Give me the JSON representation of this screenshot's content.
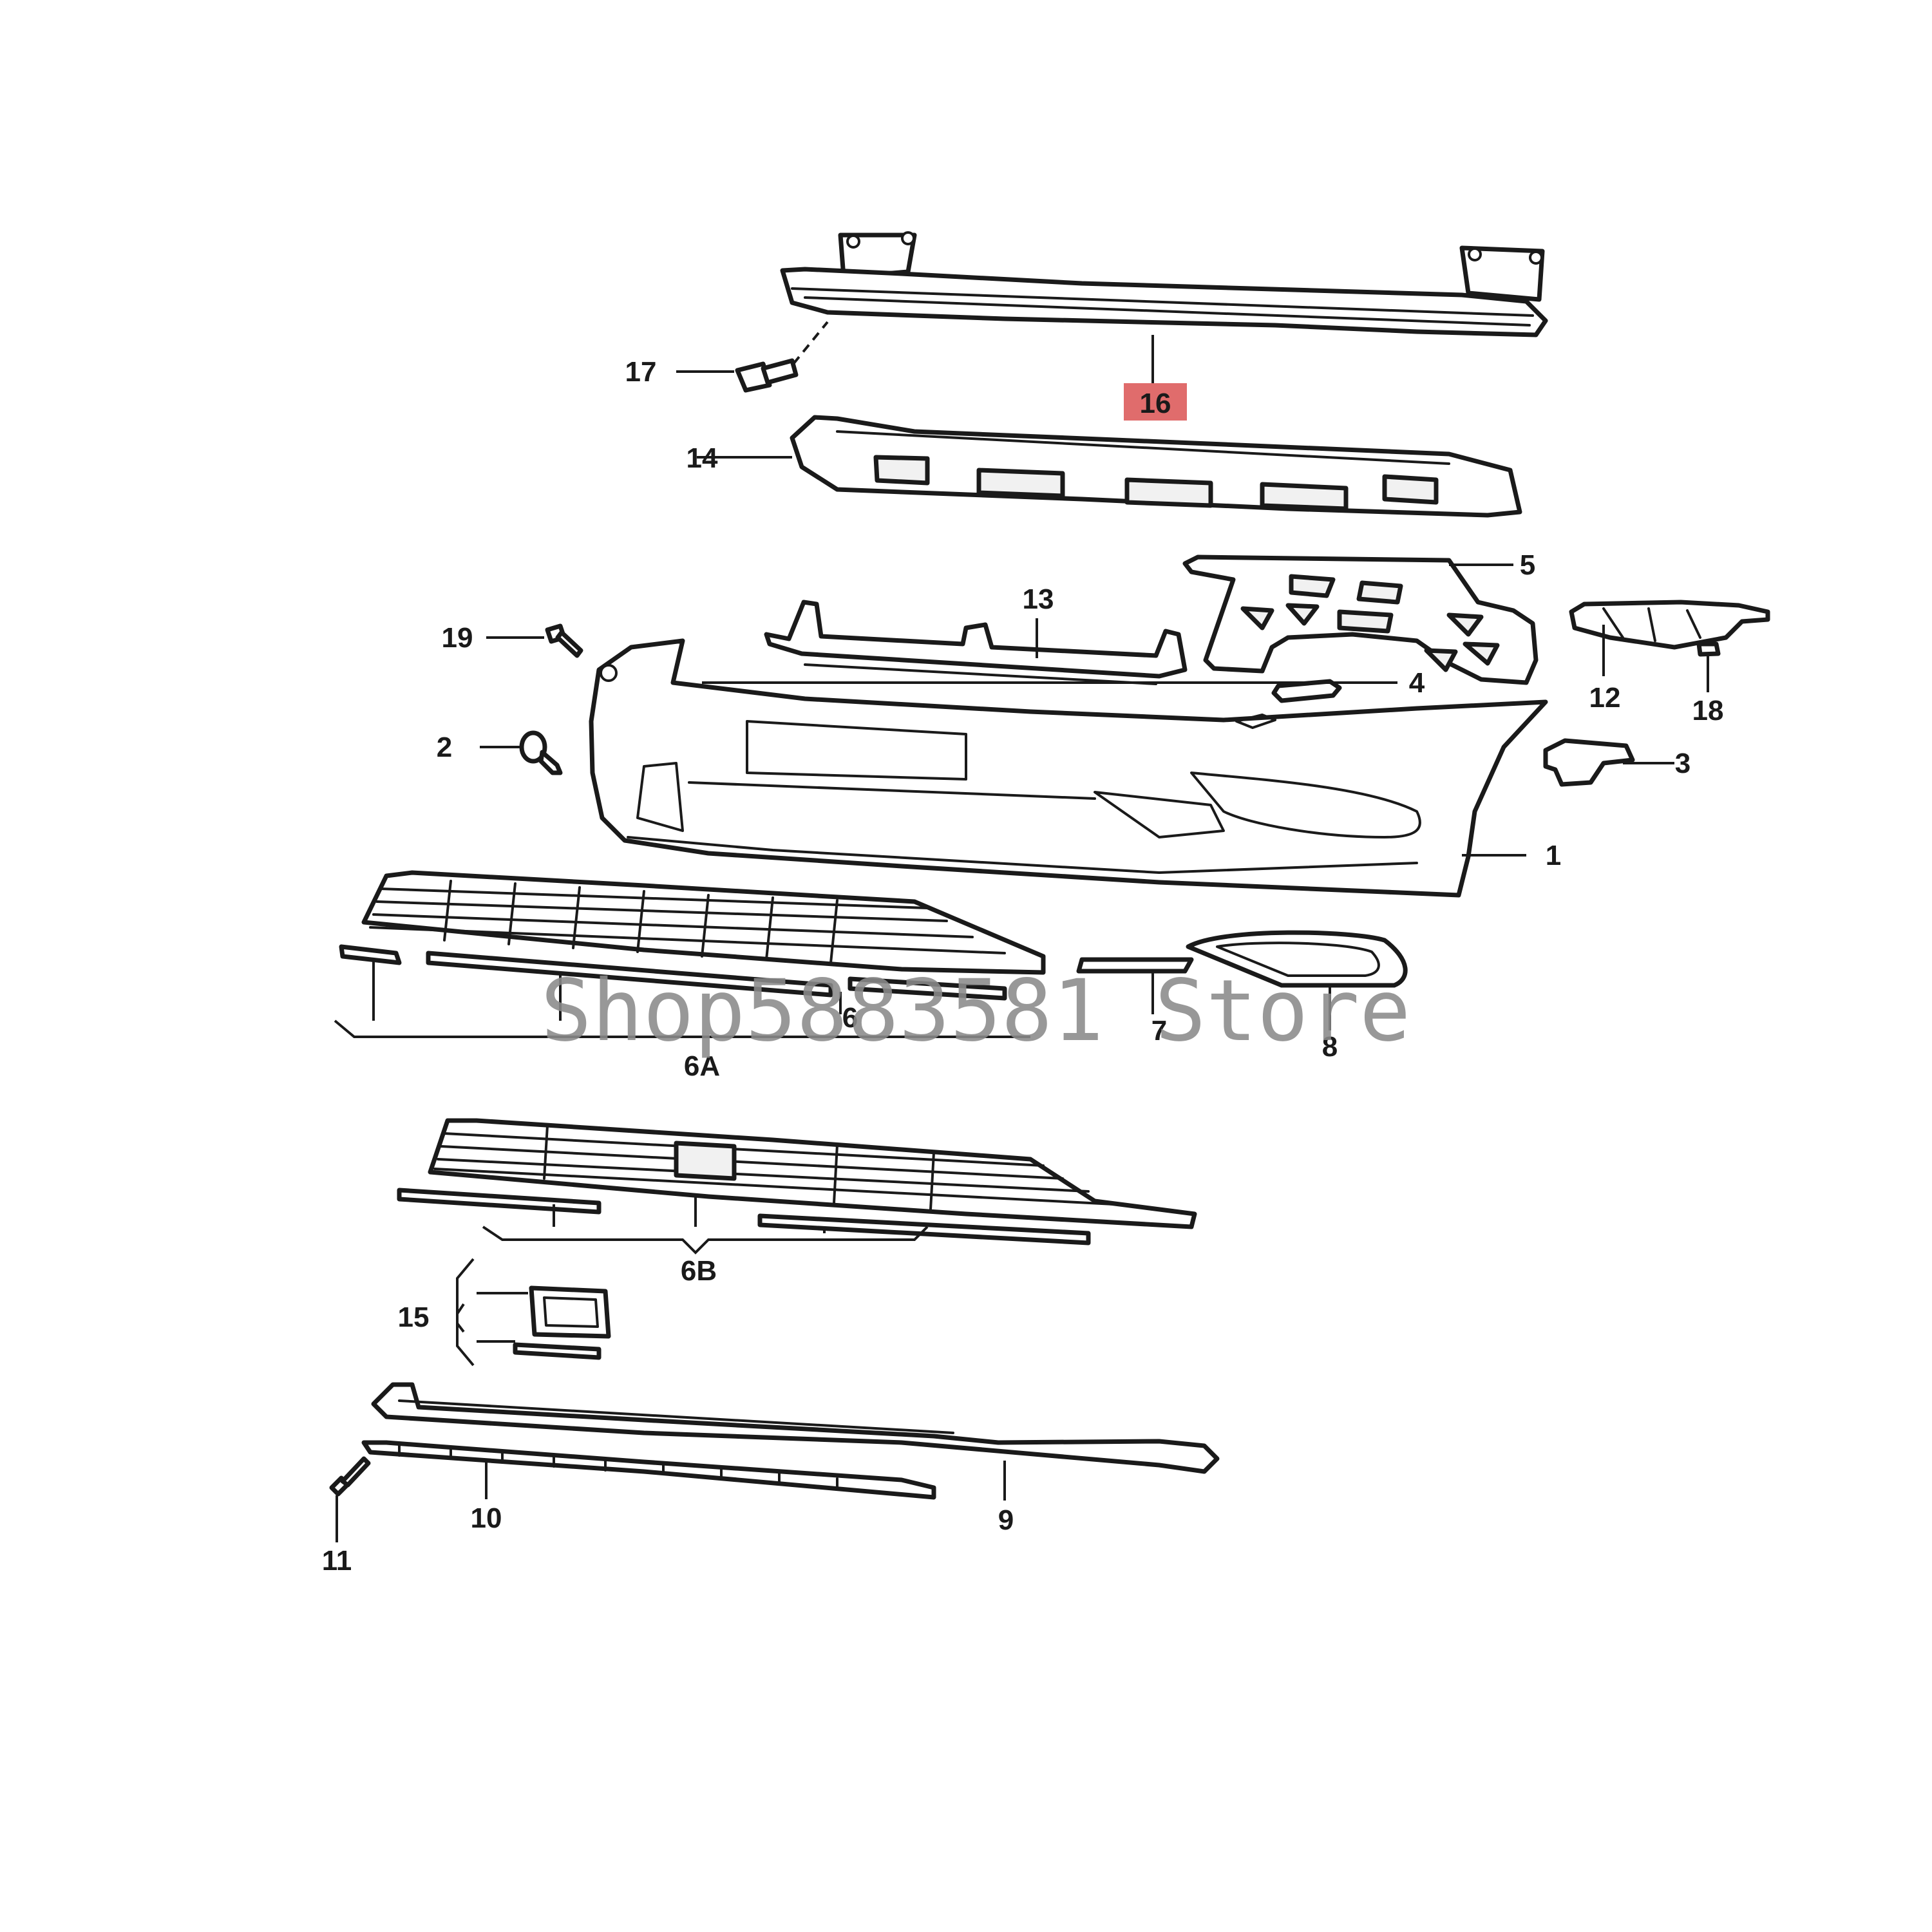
{
  "callouts": {
    "c1": "1",
    "c2": "2",
    "c3": "3",
    "c4": "4",
    "c5": "5",
    "c6": "6",
    "c6a": "6A",
    "c6b": "6B",
    "c7": "7",
    "c8": "8",
    "c9": "9",
    "c10": "10",
    "c11": "11",
    "c12": "12",
    "c13": "13",
    "c14": "14",
    "c15": "15",
    "c16": "16",
    "c17": "17",
    "c18": "18",
    "c19": "19"
  },
  "highlight": {
    "part": "16",
    "color": "#e06c6c"
  },
  "watermark": "Shop5883581 Store",
  "colors": {
    "line": "#1a1a1a",
    "background": "#ffffff",
    "watermark": "#8a8a8a"
  }
}
